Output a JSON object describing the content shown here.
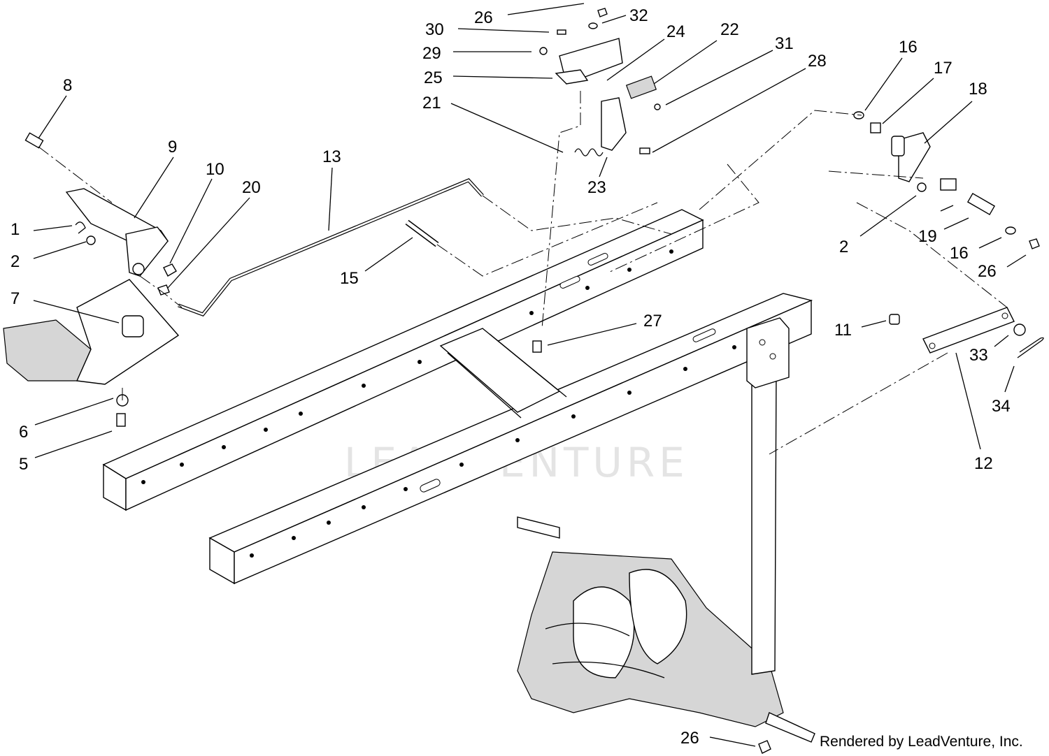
{
  "diagram": {
    "watermark": "LEADVENTURE",
    "credit": "Rendered by LeadVenture, Inc.",
    "callouts": {
      "c8": "8",
      "c9": "9",
      "c1": "1",
      "c2a": "2",
      "c10": "10",
      "c20": "20",
      "c7": "7",
      "c6": "6",
      "c5": "5",
      "c13": "13",
      "c15": "15",
      "c27": "27",
      "c26a": "26",
      "c32": "32",
      "c30": "30",
      "c29": "29",
      "c25": "25",
      "c24": "24",
      "c22": "22",
      "c31": "31",
      "c28": "28",
      "c21": "21",
      "c23": "23",
      "c16a": "16",
      "c17": "17",
      "c18": "18",
      "c2b": "2",
      "c19": "19",
      "c16b": "16",
      "c26b": "26",
      "c11": "11",
      "c33": "33",
      "c34": "34",
      "c12": "12",
      "c26c": "26"
    }
  }
}
